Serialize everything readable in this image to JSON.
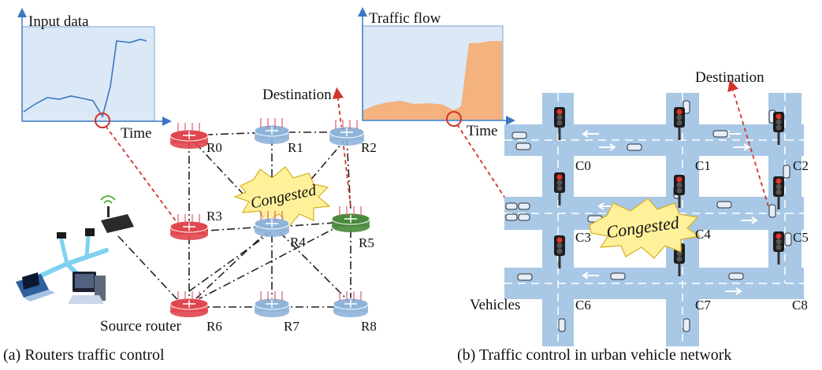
{
  "left_panel": {
    "inset_axis_label": "Input data",
    "inset_time_label": "Time",
    "destination_label": "Destination",
    "congestion_label": "Congested",
    "source_label": "Source router",
    "routers": [
      {
        "id": "R0",
        "state": "red"
      },
      {
        "id": "R1",
        "state": "normal"
      },
      {
        "id": "R2",
        "state": "normal"
      },
      {
        "id": "R3",
        "state": "red"
      },
      {
        "id": "R4",
        "state": "normal"
      },
      {
        "id": "R5",
        "state": "green"
      },
      {
        "id": "R6",
        "state": "red"
      },
      {
        "id": "R7",
        "state": "normal"
      },
      {
        "id": "R8",
        "state": "normal"
      }
    ],
    "caption": "(a) Routers traffic control"
  },
  "right_panel": {
    "inset_axis_label": "Traffic flow",
    "inset_time_label": "Time",
    "destination_label": "Destination",
    "congestion_label": "Congested",
    "vehicles_label": "Vehicles",
    "intersections": [
      "C0",
      "C1",
      "C2",
      "C3",
      "C4",
      "C5",
      "C6",
      "C7",
      "C8"
    ],
    "caption": "(b) Traffic control in urban vehicle network"
  },
  "colors": {
    "router_normal": "#8fb4d9",
    "router_red": "#e0464e",
    "router_green": "#4a8a3c",
    "road": "#a9c8e6",
    "inset_bg": "#dbe8f6",
    "flow_fill": "#f3b27e",
    "burst_fill": "#fff19a",
    "burst_text": "#d0342c"
  }
}
